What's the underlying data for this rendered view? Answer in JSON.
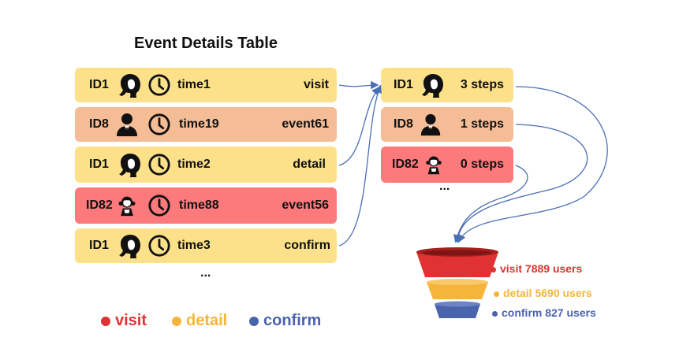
{
  "title": "Event Details Table",
  "colors": {
    "visit": "#e03232",
    "detail": "#f5b53b",
    "confirm": "#4a63ad",
    "row_yellow": "#fde18a",
    "row_peach": "#f5bd96",
    "row_red": "#fd7a7c",
    "connector": "#4a6fb5"
  },
  "events": [
    {
      "id": "ID1",
      "user_icon": "woman-silhouette-icon",
      "time": "time1",
      "event": "visit"
    },
    {
      "id": "ID8",
      "user_icon": "man-silhouette-icon",
      "time": "time19",
      "event": "event61"
    },
    {
      "id": "ID1",
      "user_icon": "woman-silhouette-icon",
      "time": "time2",
      "event": "detail"
    },
    {
      "id": "ID82",
      "user_icon": "girl-icon",
      "time": "time88",
      "event": "event56"
    },
    {
      "id": "ID1",
      "user_icon": "woman-silhouette-icon",
      "time": "time3",
      "event": "confirm"
    }
  ],
  "events_more": "...",
  "summary": [
    {
      "id": "ID1",
      "user_icon": "woman-silhouette-icon",
      "steps": "3 steps"
    },
    {
      "id": "ID8",
      "user_icon": "man-silhouette-icon",
      "steps": "1 steps"
    },
    {
      "id": "ID82",
      "user_icon": "girl-icon",
      "steps": "0 steps"
    }
  ],
  "summary_more": "...",
  "funnel": [
    {
      "label": "visit 7889 users",
      "color": "#e03232"
    },
    {
      "label": "detail 5690 users",
      "color": "#f5b53b"
    },
    {
      "label": "confirm 827 users",
      "color": "#4a63ad"
    }
  ],
  "legend": [
    {
      "label": "visit",
      "color": "#e03232"
    },
    {
      "label": "detail",
      "color": "#f5b53b"
    },
    {
      "label": "confirm",
      "color": "#4a63ad"
    }
  ]
}
